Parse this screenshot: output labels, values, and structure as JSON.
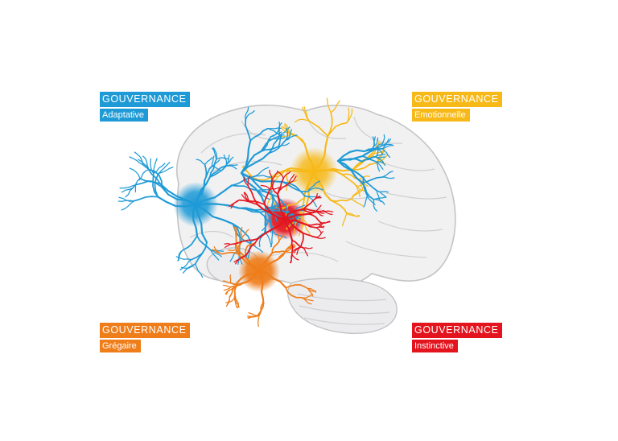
{
  "labels": {
    "adaptative": {
      "title": "GOUVERNANCE",
      "subtitle": "Adaptative",
      "color": "#1e9ad6"
    },
    "emotionnelle": {
      "title": "GOUVERNANCE",
      "subtitle": "Emotionnelle",
      "color": "#f7b918"
    },
    "gregaire": {
      "title": "GOUVERNANCE",
      "subtitle": "Grégaire",
      "color": "#ee7d1a"
    },
    "instinctive": {
      "title": "GOUVERNANCE",
      "subtitle": "Instinctive",
      "color": "#e3141e"
    }
  },
  "icons": [
    "brain-icon"
  ]
}
